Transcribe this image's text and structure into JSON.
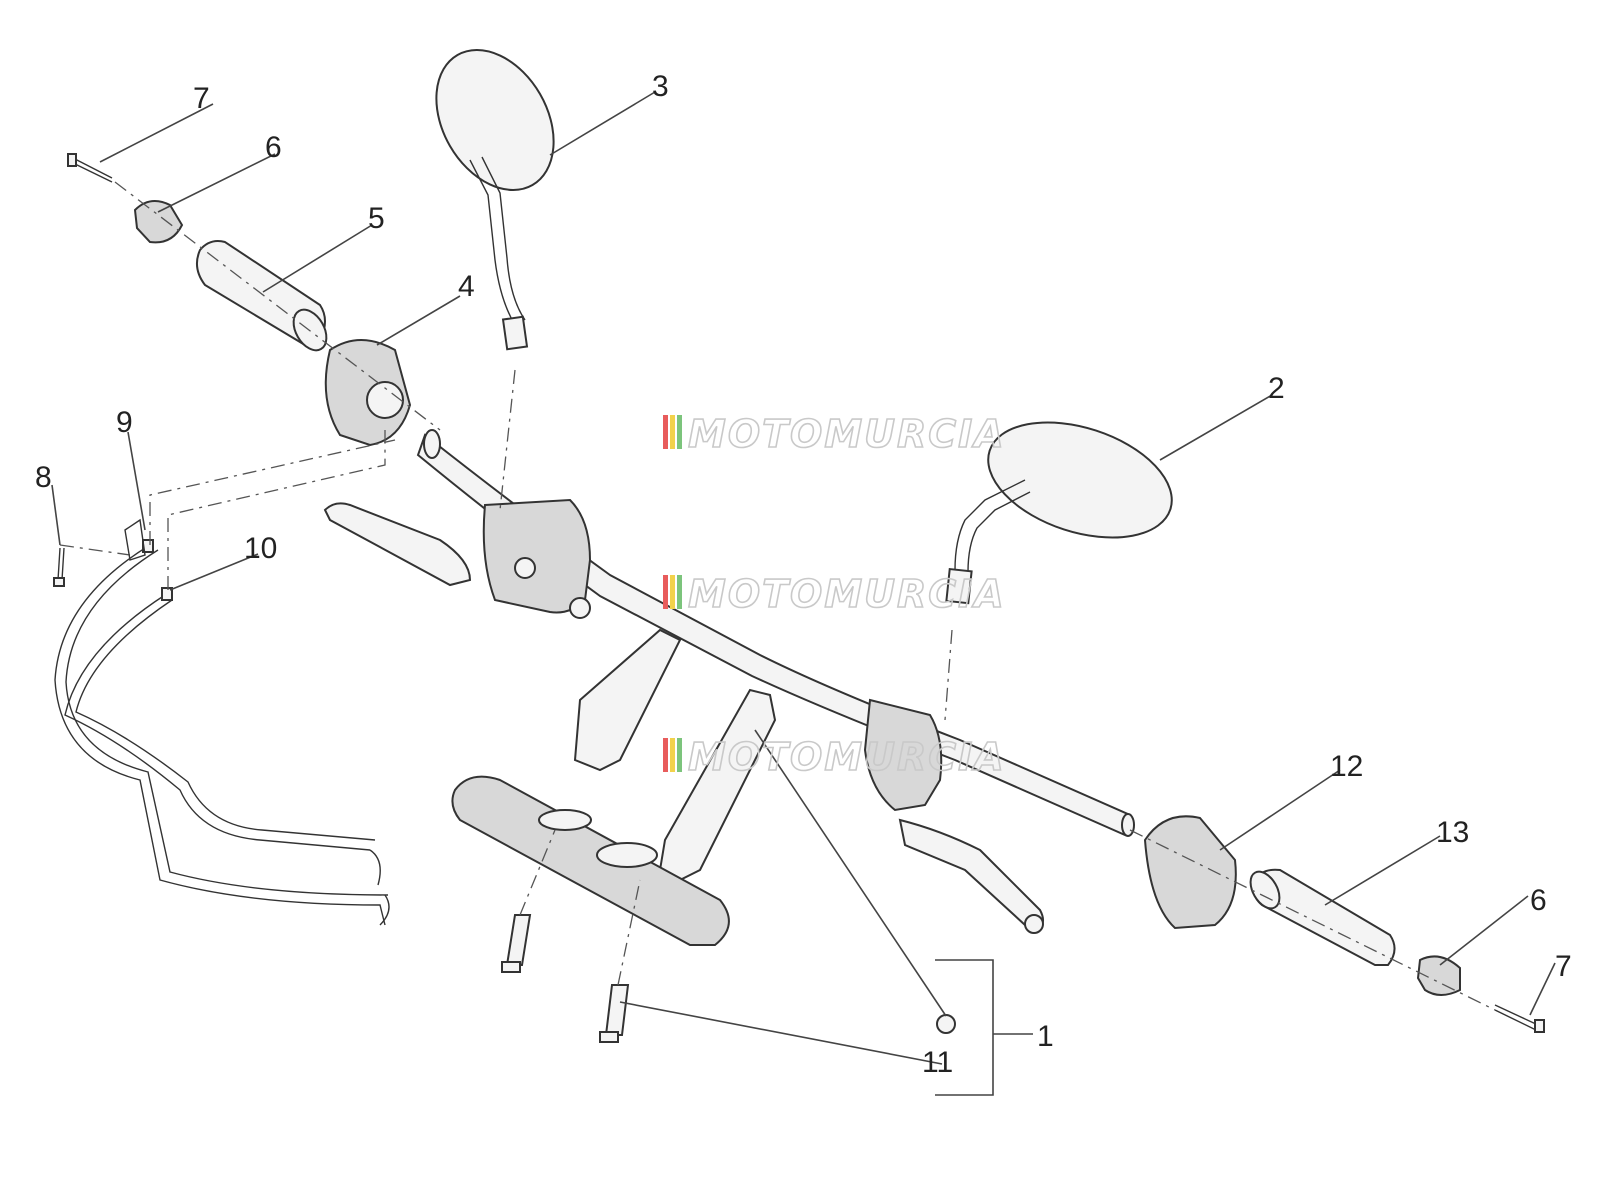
{
  "diagram": {
    "watermark": "MOTOMURCIA",
    "callouts": {
      "c1": "1",
      "c2": "2",
      "c3": "3",
      "c4": "4",
      "c5": "5",
      "c6a": "6",
      "c6b": "6",
      "c7a": "7",
      "c7b": "7",
      "c8": "8",
      "c9": "9",
      "c10": "10",
      "c11": "11",
      "c12": "12",
      "c13": "13"
    },
    "colors": {
      "line": "#333333",
      "watermark_outline": "#c9c9c9",
      "watermark_stripes": [
        "#e85c5c",
        "#f2d24b",
        "#7cc47c"
      ]
    }
  }
}
